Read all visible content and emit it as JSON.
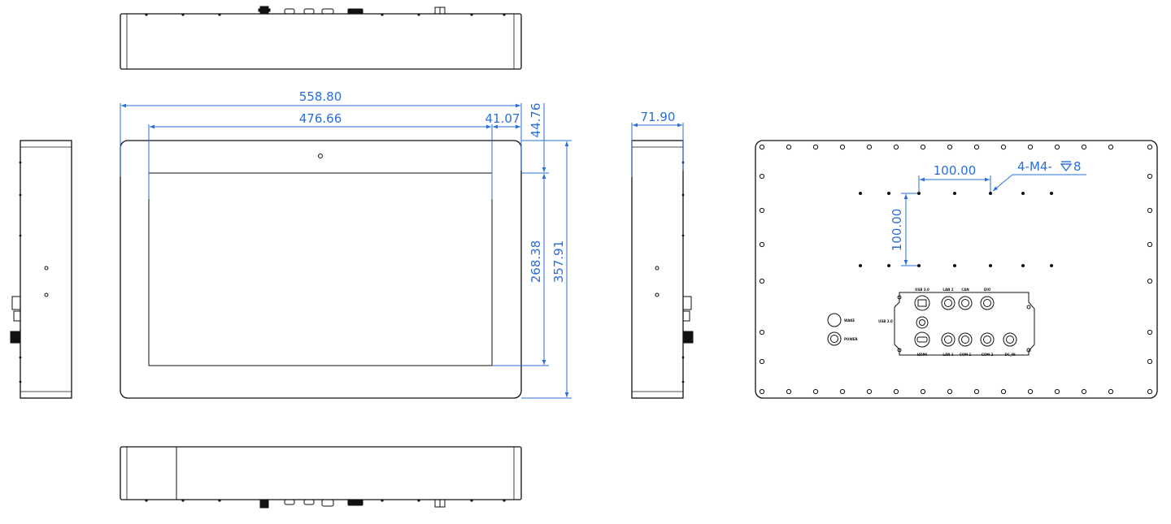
{
  "colors": {
    "outline": "#111111",
    "dimension": "#2a6fd6",
    "background": "#ffffff"
  },
  "dimensions": {
    "overall_width": "558.80",
    "display_width": "476.66",
    "side_margin": "41.07",
    "top_margin": "44.76",
    "depth": "71.90",
    "display_height": "268.38",
    "overall_height": "357.91",
    "vesa_horizontal": "100.00",
    "vesa_vertical": "100.00",
    "mount_spec": "4-M4-",
    "mount_depth": "8"
  },
  "rear_io": {
    "usb": "USB 3.0",
    "lan2": "LAN 2",
    "can": "CAN",
    "dio": "DIO",
    "usb_side": "USB 2.0",
    "hdmi": "HDMI",
    "lan1": "LAN 1",
    "com1": "COM 1",
    "com2": "COM 2",
    "dc_in": "DC_IN",
    "wake": "WAKE",
    "power": "POWER"
  }
}
